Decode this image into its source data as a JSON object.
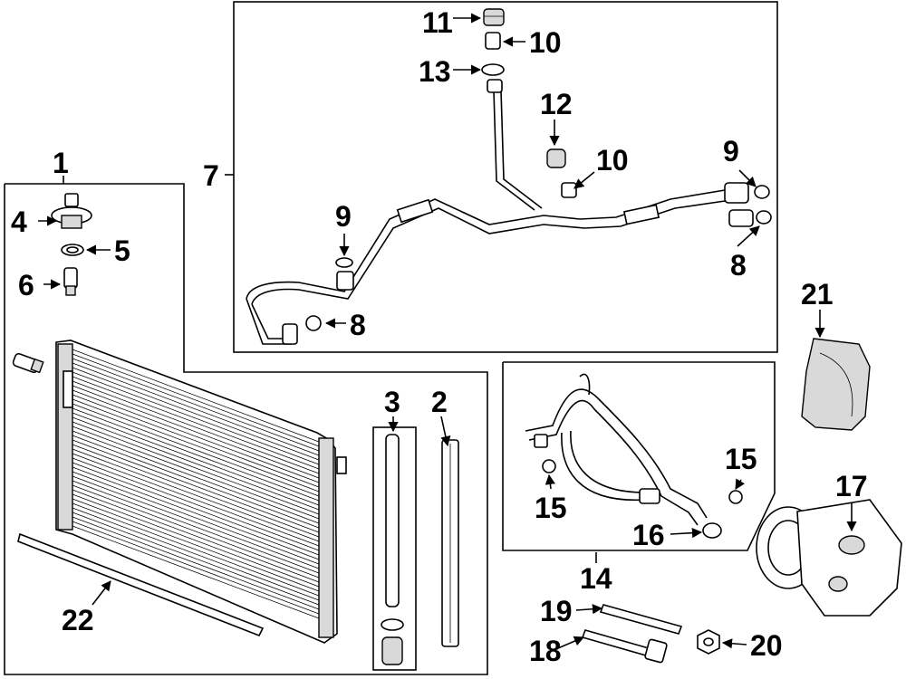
{
  "labels": {
    "c1": "1",
    "c2": "2",
    "c3": "3",
    "c4": "4",
    "c5": "5",
    "c6": "6",
    "c7": "7",
    "c8a": "8",
    "c8b": "8",
    "c9a": "9",
    "c9b": "9",
    "c10a": "10",
    "c10b": "10",
    "c11": "11",
    "c12": "12",
    "c13": "13",
    "c14": "14",
    "c15a": "15",
    "c15b": "15",
    "c16": "16",
    "c17": "17",
    "c18": "18",
    "c19": "19",
    "c20": "20",
    "c21": "21",
    "c22": "22"
  }
}
